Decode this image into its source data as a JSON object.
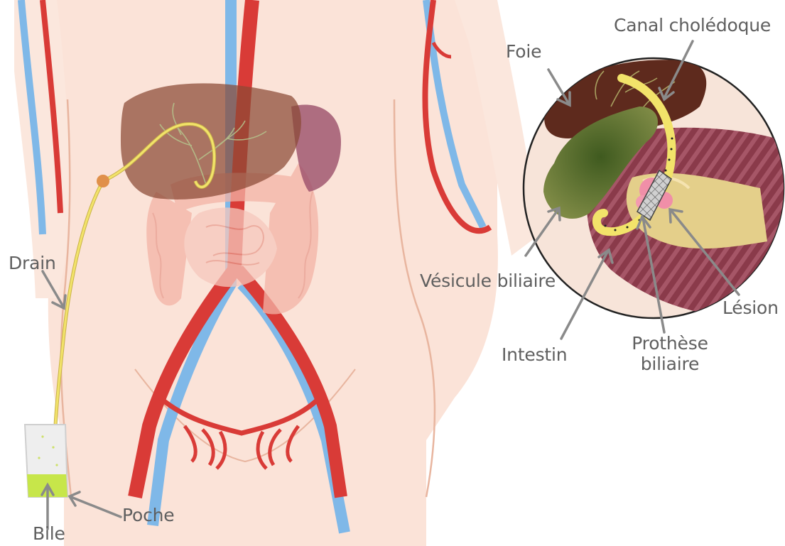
{
  "colors": {
    "skin": "#fbe3d8",
    "skin_outline": "#e8b59f",
    "artery": "#d93b37",
    "vein": "#7fb8e8",
    "liver": "#7a3a2a",
    "gallbladder": "#5e6f2e",
    "intestine": "#f3b3a6",
    "intestine_zoom": "#8d3f4c",
    "pancreas": "#e4cf8a",
    "bile_duct": "#f2e36a",
    "lesion": "#f08fa8",
    "bile": "#c7e64a",
    "arrow": "#8a8a8a",
    "label": "#5f5f5f"
  },
  "labels": {
    "canal": "Canal cholédoque",
    "foie": "Foie",
    "vesicule": "Vésicule biliaire",
    "lesion": "Lésion",
    "intestin": "Intestin",
    "prothese_line1": "Prothèse",
    "prothese_line2": "biliaire",
    "drain": "Drain",
    "poche": "Poche",
    "bile": "Bile"
  }
}
